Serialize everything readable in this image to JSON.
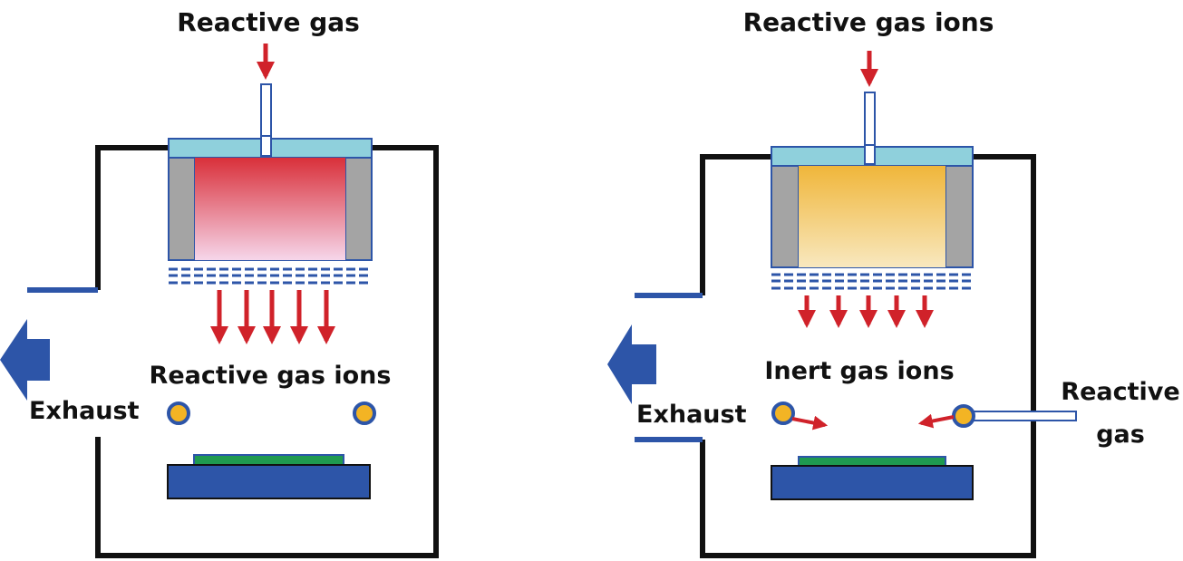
{
  "left_panel": {
    "gas_inlet_label": "Reactive gas",
    "ions_label": "Reactive gas ions",
    "exhaust_label": "Exhaust",
    "source_color": "#d9303a"
  },
  "right_panel": {
    "gas_inlet_label": "Reactive gas ions",
    "ions_label": "Inert gas ions",
    "exhaust_label": "Exhaust",
    "side_gas_label_line1": "Reactive",
    "side_gas_label_line2": "gas",
    "source_color": "#f0b63a"
  },
  "colors": {
    "arrow_red": "#d0222a",
    "frame": "#111111",
    "blue": "#2d55a8",
    "cap_cyan": "#8fd0dc",
    "magnet_gray": "#a4a4a4",
    "substrate_green": "#1f9a50",
    "nozzle_orange": "#f3b424"
  }
}
